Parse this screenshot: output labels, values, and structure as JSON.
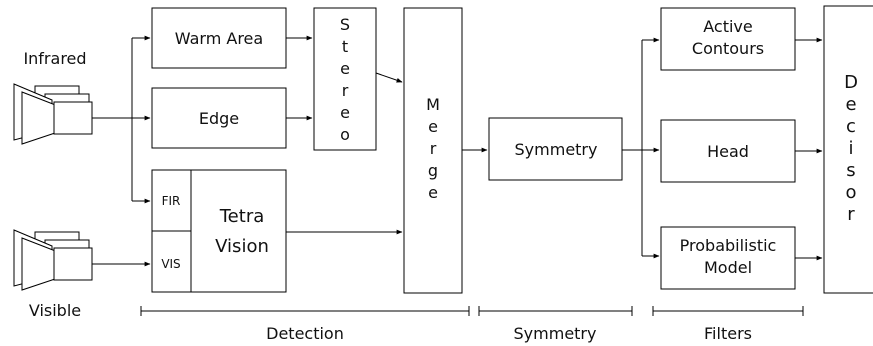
{
  "inputs": {
    "infrared": "Infrared",
    "visible": "Visible"
  },
  "blocks": {
    "warm_area": "Warm Area",
    "edge": "Edge",
    "stereo": "Stereo",
    "fir": "FIR",
    "vis": "VIS",
    "tetra_vision": [
      "Tetra",
      "Vision"
    ],
    "merge": "Merge",
    "symmetry": "Symmetry",
    "active_contours": [
      "Active",
      "Contours"
    ],
    "head": "Head",
    "probabilistic_model": [
      "Probabilistic",
      "Model"
    ],
    "decisor": "Decisor"
  },
  "stages": {
    "detection": "Detection",
    "symmetry": "Symmetry",
    "filters": "Filters"
  },
  "colors": {
    "stroke": "#000000",
    "background": "#ffffff"
  }
}
